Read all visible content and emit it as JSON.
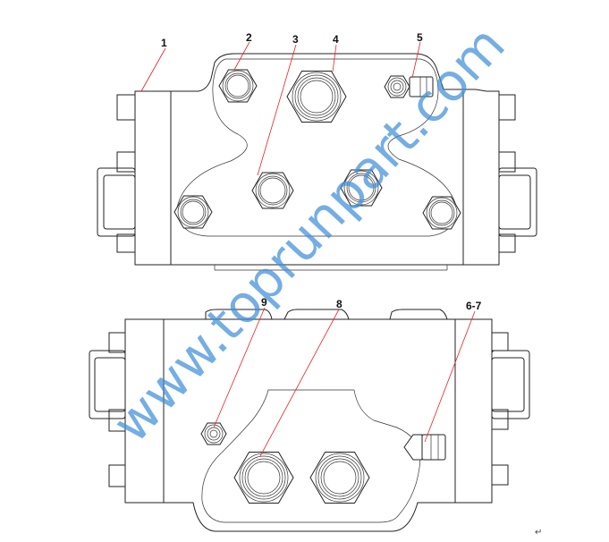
{
  "diagram": {
    "callouts": [
      "1",
      "2",
      "3",
      "4",
      "5",
      "9",
      "8",
      "6-7"
    ],
    "watermark": "www.toprunpart.com",
    "paragraph_mark": "↵"
  },
  "colors": {
    "leader_line": "#e8202a",
    "watermark": "#3f8fd8",
    "outline": "#222222"
  }
}
